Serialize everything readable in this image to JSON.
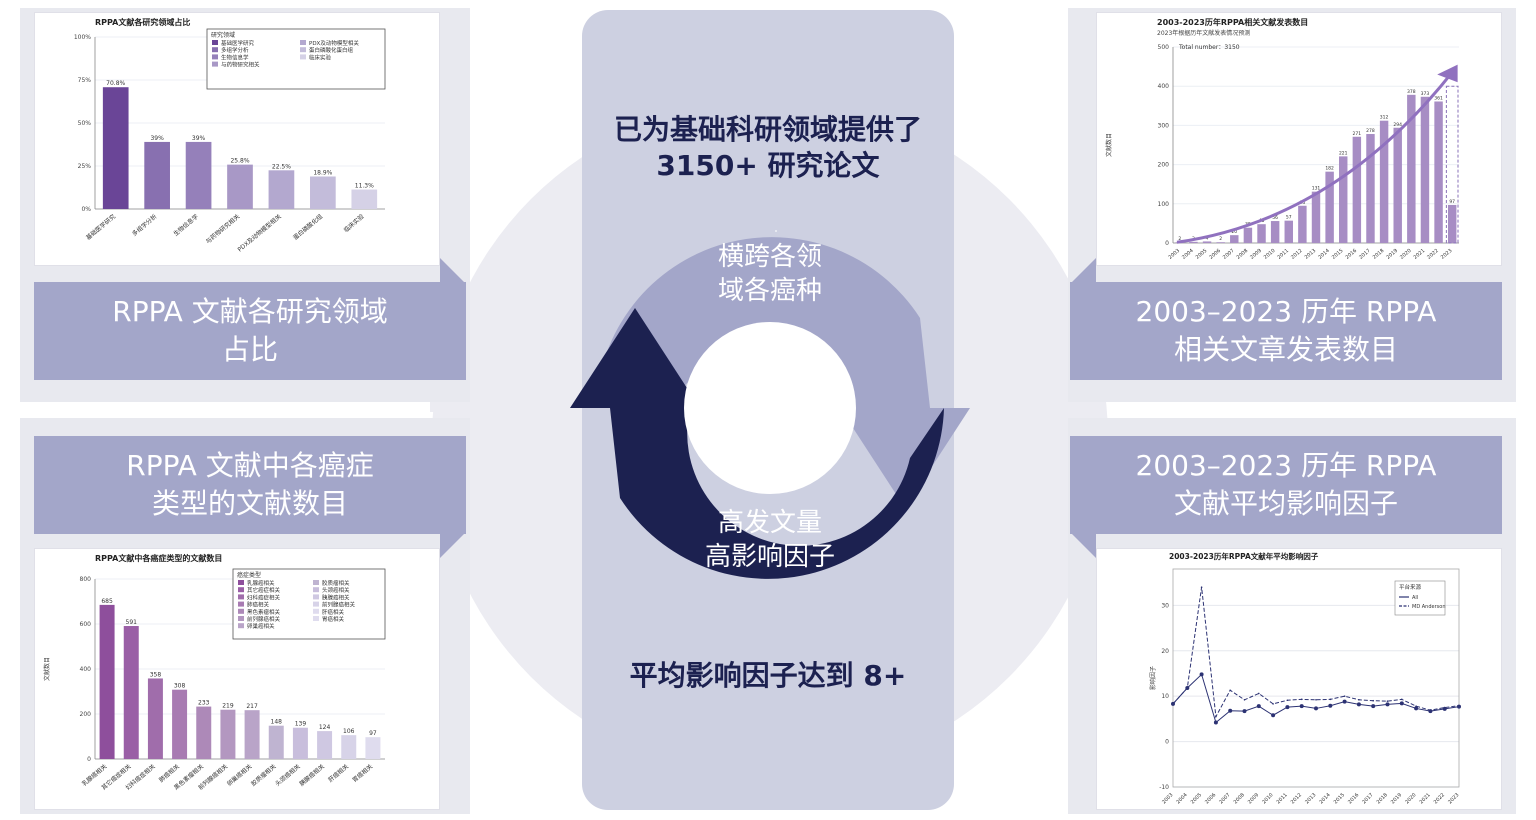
{
  "panels": {
    "top_left_label": [
      "RPPA 文献各研究领域",
      "占比"
    ],
    "bottom_left_label": [
      "RPPA 文献中各癌症",
      "类型的文献数目"
    ],
    "top_right_label": [
      "2003–2023 历年 RPPA",
      "相关文章发表数目"
    ],
    "bottom_right_label": [
      "2003–2023 历年 RPPA",
      "文献平均影响因子"
    ]
  },
  "center": {
    "top_text": [
      "已为基础科研领域提供了",
      "3150+ 研究论文"
    ],
    "ring_top": [
      "横跨各领",
      "域各癌种"
    ],
    "ring_bottom": [
      "高发文量",
      "高影响因子"
    ],
    "bottom_text": "平均影响因子达到 8+"
  },
  "colors": {
    "navy": "#1c2150",
    "lavender": "#a3a6c9",
    "light_bg": "#ececf2",
    "column_bg": "#cdd0e1"
  },
  "chart_data": [
    {
      "id": "research-field",
      "type": "bar",
      "title": "RPPA文献各研究领域占比",
      "legend_title": "研究领域",
      "categories": [
        "基础医学研究",
        "多组学分析",
        "生物信息学",
        "与药物研究相关",
        "PDX及动物模型相关",
        "蛋白磷酸化组",
        "临床实验"
      ],
      "values": [
        70.8,
        39,
        39,
        25.8,
        22.5,
        18.9,
        11.3
      ],
      "labels": [
        "70.8%",
        "39%",
        "39%",
        "25.8%",
        "22.5%",
        "18.9%",
        "11.3%"
      ],
      "legend_left": [
        "基础医学研究",
        "多组学分析",
        "生物信息学",
        "与药物研究相关"
      ],
      "legend_right": [
        "PDX及动物模型相关",
        "蛋白磷酸化蛋白组",
        "临床实验"
      ],
      "yticks": [
        "0%",
        "25%",
        "50%",
        "75%",
        "100%"
      ],
      "ylim": [
        0,
        100
      ],
      "colors": [
        "#6a4597",
        "#8870b0",
        "#9580ba",
        "#a898c6",
        "#b3a8cf",
        "#c3bcda",
        "#d5d1e6"
      ]
    },
    {
      "id": "cancer-type",
      "type": "bar",
      "title": "RPPA文献中各癌症类型的文献数目",
      "legend_title": "癌症类型",
      "ylabel": "文献数目",
      "categories": [
        "乳腺癌相关",
        "其它癌症相关",
        "妇科癌症相关",
        "肺癌相关",
        "黑色素瘤相关",
        "前列腺癌相关",
        "卵巢癌相关",
        "胶质瘤相关",
        "头颈癌相关",
        "胰腺癌相关",
        "肝癌相关",
        "胃癌相关"
      ],
      "values": [
        685,
        591,
        358,
        308,
        233,
        219,
        217,
        148,
        139,
        124,
        106,
        97
      ],
      "legend_left": [
        "乳腺癌相关",
        "其它癌症相关",
        "妇科癌症相关",
        "肺癌相关",
        "黑色素瘤相关",
        "前列腺癌相关",
        "卵巢癌相关"
      ],
      "legend_right": [
        "胶质瘤相关",
        "头颈癌相关",
        "胰腺癌相关",
        "前列腺癌相关",
        "肝癌相关",
        "胃癌相关"
      ],
      "yticks": [
        "0",
        "200",
        "400",
        "600",
        "800"
      ],
      "ylim": [
        0,
        800
      ],
      "colors": [
        "#8e4f9c",
        "#9a5fa6",
        "#a06dab",
        "#a87bb2",
        "#ad89b8",
        "#b397c0",
        "#b9a4c8",
        "#bfb4d1",
        "#c8bedc",
        "#cfc8e2",
        "#d7d3e8",
        "#dfdcee"
      ]
    },
    {
      "id": "publications-per-year",
      "type": "bar",
      "title": "2003-2023历年RPPA相关文献发表数目",
      "subtitle": "2023年根据历年文献发表情况预测",
      "ylabel": "文献数目",
      "annotation": "Total number：3150",
      "x": [
        "2003",
        "2004",
        "2005",
        "2006",
        "2007",
        "2008",
        "2009",
        "2010",
        "2011",
        "2012",
        "2013",
        "2014",
        "2015",
        "2016",
        "2017",
        "2018",
        "2019",
        "2020",
        "2021",
        "2022",
        "2023"
      ],
      "values": [
        2,
        3,
        4,
        2,
        20,
        39,
        48,
        56,
        57,
        95,
        131,
        182,
        221,
        271,
        278,
        312,
        294,
        378,
        373,
        361,
        97
      ],
      "yticks": [
        "0",
        "100",
        "200",
        "300",
        "400",
        "500"
      ],
      "ylim": [
        0,
        500
      ],
      "color": "#a78dc4"
    },
    {
      "id": "avg-impact-factor",
      "type": "line",
      "title": "2003-2023历年RPPA文献年平均影响因子",
      "ylabel": "影响因子",
      "legend_title": "平台来源",
      "x": [
        "2003",
        "2004",
        "2005",
        "2006",
        "2007",
        "2008",
        "2009",
        "2010",
        "2011",
        "2012",
        "2013",
        "2014",
        "2015",
        "2016",
        "2017",
        "2018",
        "2019",
        "2020",
        "2021",
        "2022",
        "2023"
      ],
      "series": [
        {
          "name": "All",
          "values": [
            8.3,
            11.8,
            14.8,
            4.2,
            6.8,
            6.7,
            7.8,
            5.8,
            7.6,
            7.8,
            7.3,
            7.9,
            8.8,
            8.2,
            7.8,
            8.2,
            8.4,
            7.3,
            6.7,
            7.2,
            7.7
          ]
        },
        {
          "name": "MD Anderson",
          "values": [
            8.3,
            11.8,
            34.0,
            5.5,
            11.3,
            9.2,
            10.6,
            8.3,
            9.1,
            9.3,
            9.2,
            9.3,
            10.0,
            9.2,
            9.0,
            8.9,
            9.3,
            7.8,
            6.9,
            7.5,
            7.9
          ]
        }
      ],
      "yticks": [
        "-10",
        "0",
        "10",
        "20",
        "30"
      ],
      "ylim": [
        -10,
        38
      ],
      "color": "#2c3273"
    }
  ]
}
